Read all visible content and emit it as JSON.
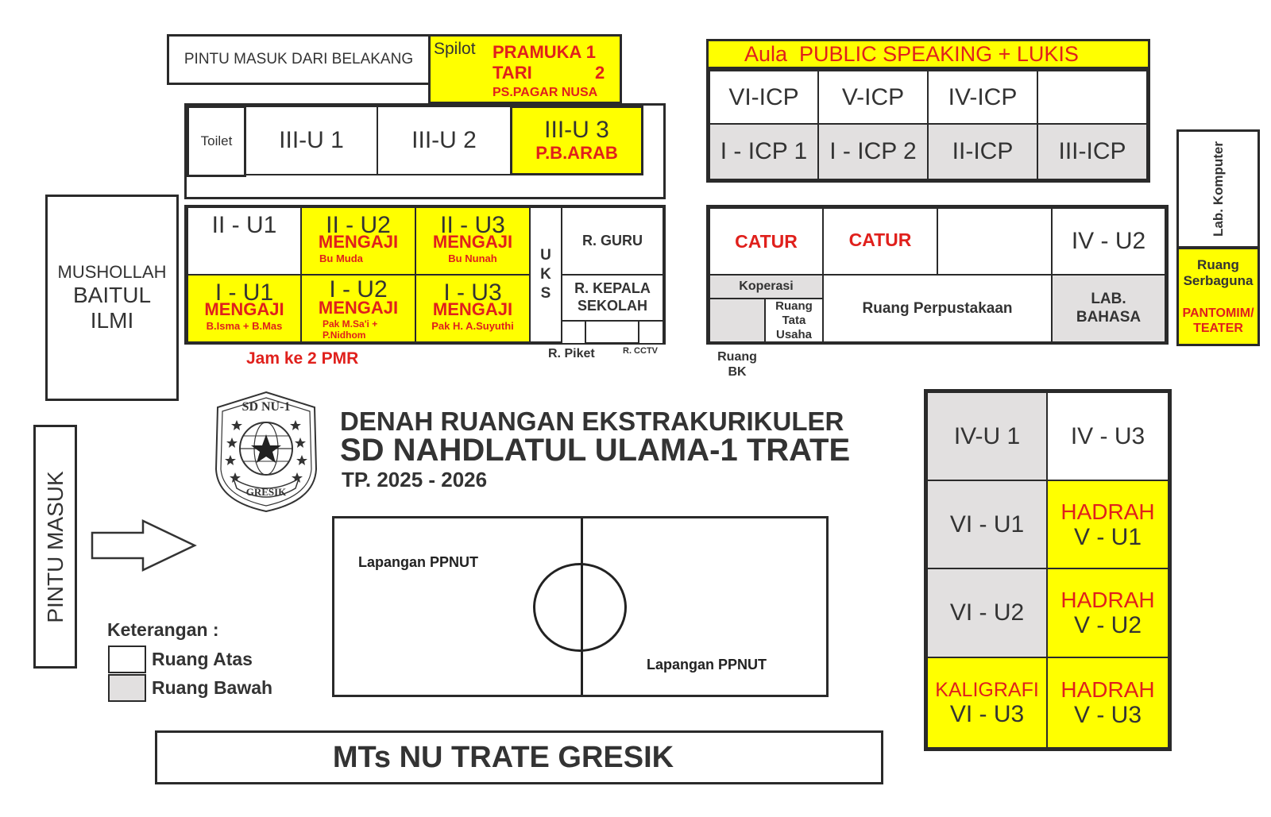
{
  "map": {
    "title_line1": "DENAH RUANGAN EKSTRAKURIKULER",
    "title_line2": "SD NAHDLATUL ULAMA-1 TRATE",
    "title_line3": "TP. 2025 - 2026",
    "logo_text_top": "SD NU-1",
    "logo_text_bottom": "GRESIK"
  },
  "top_left": {
    "back_entrance": "PINTU MASUK DARI BELAKANG",
    "spilot": "Spilot",
    "pramuka": "PRAMUKA 1",
    "tari": "TARI",
    "tari_num": "2",
    "pagar_nusa": "PS.PAGAR NUSA"
  },
  "row3": {
    "toilet": "Toilet",
    "iiiu1": "III-U 1",
    "iiiu2": "III-U 2",
    "iiiu3": "III-U 3",
    "iiiu3_act": "P.B.ARAB"
  },
  "row2": {
    "iiu1": "II - U1",
    "iiu2": "II - U2",
    "iiu2_act": "MENGAJI",
    "iiu2_teacher": "Bu Muda",
    "iiu3": "II - U3",
    "iiu3_act": "MENGAJI",
    "iiu3_teacher": "Bu Nunah",
    "iu1": "I - U1",
    "iu1_act": "MENGAJI",
    "iu1_teacher": "B.Isma + B.Mas",
    "iu2": "I - U2",
    "iu2_act": "MENGAJI",
    "iu2_teacher": "Pak M.Sa'i + P.Nidhom",
    "iu3": "I - U3",
    "iu3_act": "MENGAJI",
    "iu3_teacher": "Pak H. A.Suyuthi",
    "uks": "U K S",
    "r_guru": "R. GURU",
    "r_kepala": "R. KEPALA SEKOLAH",
    "r_piket": "R. Piket",
    "r_cctv": "R. CCTV",
    "pmr": "Jam ke 2 PMR"
  },
  "mushollah": {
    "line1": "MUSHOLLAH",
    "line2": "BAITUL",
    "line3": "ILMI"
  },
  "entrance": {
    "label": "PINTU MASUK"
  },
  "aula": {
    "header": "Aula  PUBLIC SPEAKING + LUKIS",
    "vi_icp": "VI-ICP",
    "v_icp": "V-ICP",
    "iv_icp": "IV-ICP",
    "i_icp1": "I - ICP 1",
    "i_icp2": "I - ICP 2",
    "ii_icp": "II-ICP",
    "iii_icp": "III-ICP"
  },
  "right_mid": {
    "catur1": "CATUR",
    "catur2": "CATUR",
    "iv_u2": "IV - U2",
    "koperasi": "Koperasi",
    "tata_usaha": "Ruang Tata Usaha",
    "perpustakaan": "Ruang Perpustakaan",
    "lab_bahasa": "LAB. BAHASA",
    "ruang_bk": "Ruang BK",
    "lab_komputer": "Lab. Komputer",
    "serbaguna": "Ruang Serbaguna",
    "pantomim": "PANTOMIM/ TEATER"
  },
  "right_block": {
    "iv_u1": "IV-U 1",
    "iv_u3": "IV - U3",
    "vi_u1": "VI - U1",
    "v_u1_act": "HADRAH",
    "v_u1": "V - U1",
    "vi_u2": "VI - U2",
    "v_u2_act": "HADRAH",
    "v_u2": "V - U2",
    "vi_u3_act": "KALIGRAFI",
    "vi_u3": "VI - U3",
    "v_u3_act": "HADRAH",
    "v_u3": "V - U3"
  },
  "field": {
    "label1": "Lapangan PPNUT",
    "label2": "Lapangan PPNUT"
  },
  "legend": {
    "title": "Keterangan :",
    "upper": "Ruang Atas",
    "lower": "Ruang Bawah"
  },
  "mts": {
    "label": "MTs NU TRATE GRESIK"
  }
}
